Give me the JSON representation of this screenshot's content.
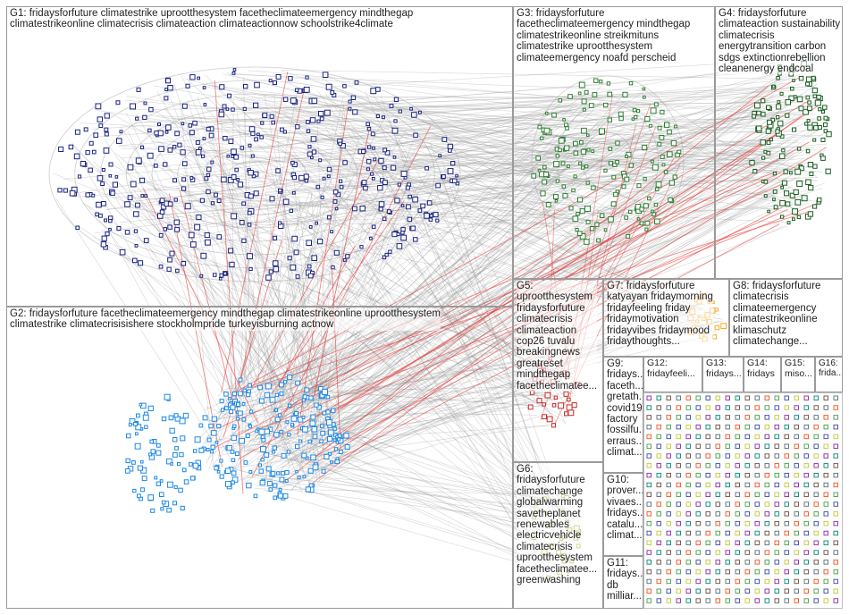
{
  "groups": {
    "g1": "G1: fridaysforfuture climatestrike uprootthesystem facetheclimateemergency mindthegap\nclimatestrikeonline climatecrisis climateaction climateactionnow schoolstrike4climate",
    "g2": "G2: fridaysforfuture facetheclimateemergency mindthegap climatestrikeonline uprootthesystem\nclimatestrike climatecrisisishere stockholmpride turkeyisburning actnow",
    "g3": "G3: fridaysforfuture\nfacetheclimateemergency mindthegap\nclimatestrikeonline streikmituns\nclimatestrike uprootthesystem\nclimateemergency noafd perscheid",
    "g4": "G4: fridaysforfuture\nclimateaction sustainability\nclimatecrisis\nenergytransition carbon\nsdgs extinctionrebellion\ncleanenergy endcoal",
    "g5": "G5:\nuprootthesystem\nfridaysforfuture\nclimatecrisis\nclimateaction\ncop26 tuvalu\nbreakingnews\ngreatreset\nmindthegap\nfacetheclimatee...",
    "g6": "G6:\nfridaysforfuture\nclimatechange\nglobalwarming\nsavetheplanet\nrenewables\nelectricvehicle\nclimatecrisis\nuprootthesystem\nfacetheclimatee...\ngreenwashing",
    "g7": "G7: fridaysforfuture\nkatyayan fridaymorning\nfridayfeeling friday\nfridaymotivation\nfridayvibes fridaymood\nfridaythoughts...",
    "g8": "G8: fridaysforfuture\nclimatecrisis\nclimateemergency\nclimatestrikeonline\nklimaschutz\nclimatechange...",
    "g9": "G9:\nfridays...\nfaceth...\ngretath...\ncovid19\nfactory\nfossilfu...\nerraus...\nclimat...",
    "g10": "G10:\nprover...\nvivaes...\nfridays...\ncatalu...\nclimat...",
    "g11": "G11:\nfridays...\ndb\nmilliar...",
    "g12": "G12:\nfridayfeeli...",
    "g13": "G13:\nfridays...",
    "g14": "G14:\nfridays",
    "g15": "G15:\nmiso...",
    "g16": "G16:\nfrida..."
  },
  "colors": {
    "g1_nodes": "#1a237e",
    "g2_nodes": "#1e88e5",
    "g3_nodes": "#2e7d32",
    "g4_nodes": "#1b5e20",
    "g5_nodes": "#c62828",
    "g6_nodes": "#9e9d24",
    "g7_nodes": "#f9a825",
    "edge_gray": "#8c8c8c",
    "edge_red": "#e53935"
  }
}
